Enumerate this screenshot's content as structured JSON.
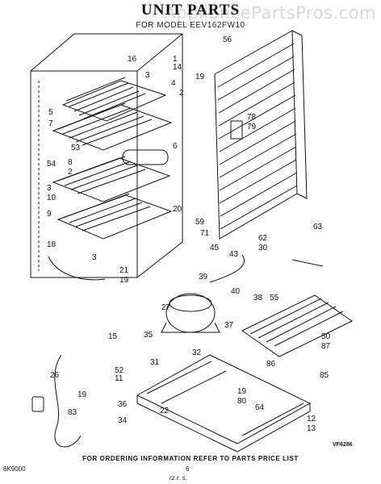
{
  "header": {
    "title": "UNIT PARTS",
    "subtitle": "FOR MODEL EEV162FW10",
    "watermark": "AppliancePartsPros.com"
  },
  "footer": {
    "ordering_note": "FOR ORDERING INFORMATION REFER TO PARTS PRICE LIST",
    "page_number": "6",
    "doc_code": "8K9000",
    "sheet_code": "VF6286",
    "scribble": "rz r. s."
  },
  "callouts": [
    "16",
    "1",
    "14",
    "3",
    "4",
    "2",
    "56",
    "5",
    "7",
    "6",
    "19",
    "78",
    "79",
    "53",
    "8",
    "54",
    "2",
    "3",
    "10",
    "9",
    "20",
    "18",
    "59",
    "71",
    "3",
    "63",
    "62",
    "30",
    "45",
    "43",
    "39",
    "38",
    "21",
    "19",
    "27",
    "40",
    "55",
    "35",
    "37",
    "15",
    "32",
    "50",
    "87",
    "31",
    "86",
    "85",
    "26",
    "52",
    "11",
    "19",
    "80",
    "64",
    "83",
    "19",
    "36",
    "22",
    "34",
    "12",
    "13"
  ],
  "colors": {
    "ink": "#111111",
    "paper": "#ffffff",
    "watermark": "#969696"
  }
}
